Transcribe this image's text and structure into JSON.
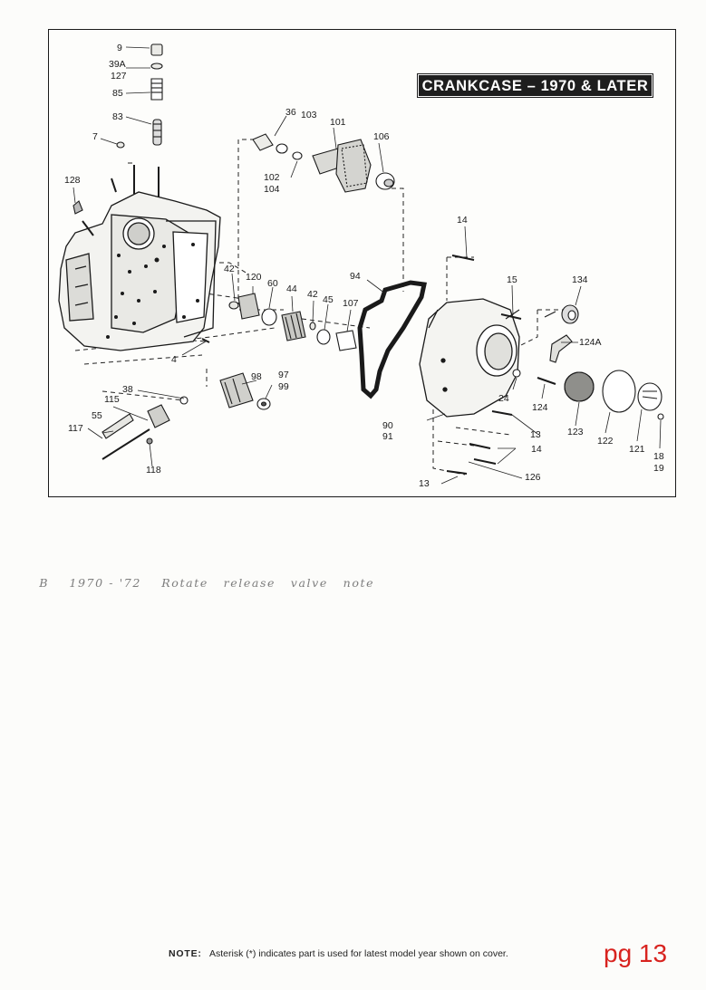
{
  "title": "CRANKCASE – 1970 & LATER",
  "handwritten_note": "B    1970 - '72    Rotate   release   valve   note",
  "footer": {
    "note_label": "NOTE:",
    "note_text": "Asterisk (*) indicates part is used for latest model year shown on cover.",
    "page_number": "pg 13"
  },
  "part_labels": [
    "9",
    "39A",
    "127",
    "85",
    "83",
    "7",
    "128",
    "36",
    "103",
    "101",
    "106",
    "102",
    "104",
    "14",
    "42",
    "120",
    "60",
    "44",
    "42",
    "45",
    "107",
    "94",
    "15",
    "134",
    "124A",
    "4",
    "98",
    "97",
    "99",
    "38",
    "115",
    "55",
    "117",
    "118",
    "24",
    "124",
    "90",
    "91",
    "13",
    "14",
    "126",
    "13",
    "123",
    "122",
    "121",
    "18",
    "19"
  ]
}
